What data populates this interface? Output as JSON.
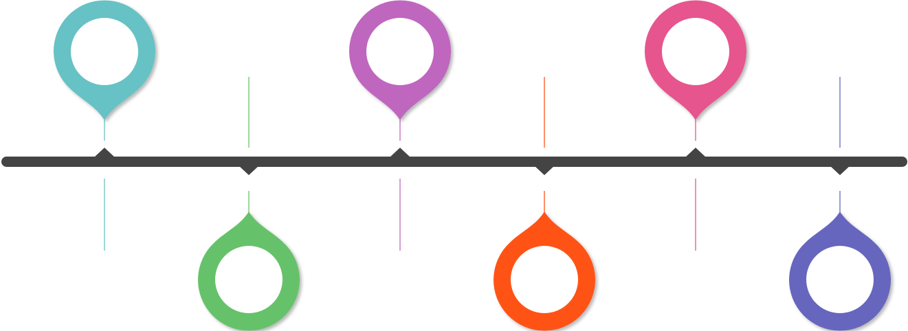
{
  "timeline": {
    "line_color": "#444444",
    "milestones": [
      {
        "id": "m1",
        "color": "#66C2C4",
        "pin_icon": "pin-marker-icon",
        "position": "above"
      },
      {
        "id": "m2",
        "color": "#66C26B",
        "pin_icon": "pin-marker-icon",
        "position": "below"
      },
      {
        "id": "m3",
        "color": "#BF66BF",
        "pin_icon": "pin-marker-icon",
        "position": "above"
      },
      {
        "id": "m4",
        "color": "#FF5317",
        "pin_icon": "pin-marker-icon",
        "position": "below"
      },
      {
        "id": "m5",
        "color": "#E6558E",
        "pin_icon": "pin-marker-icon",
        "position": "above"
      },
      {
        "id": "m6",
        "color": "#6666BF",
        "pin_icon": "pin-marker-icon",
        "position": "below"
      }
    ]
  }
}
